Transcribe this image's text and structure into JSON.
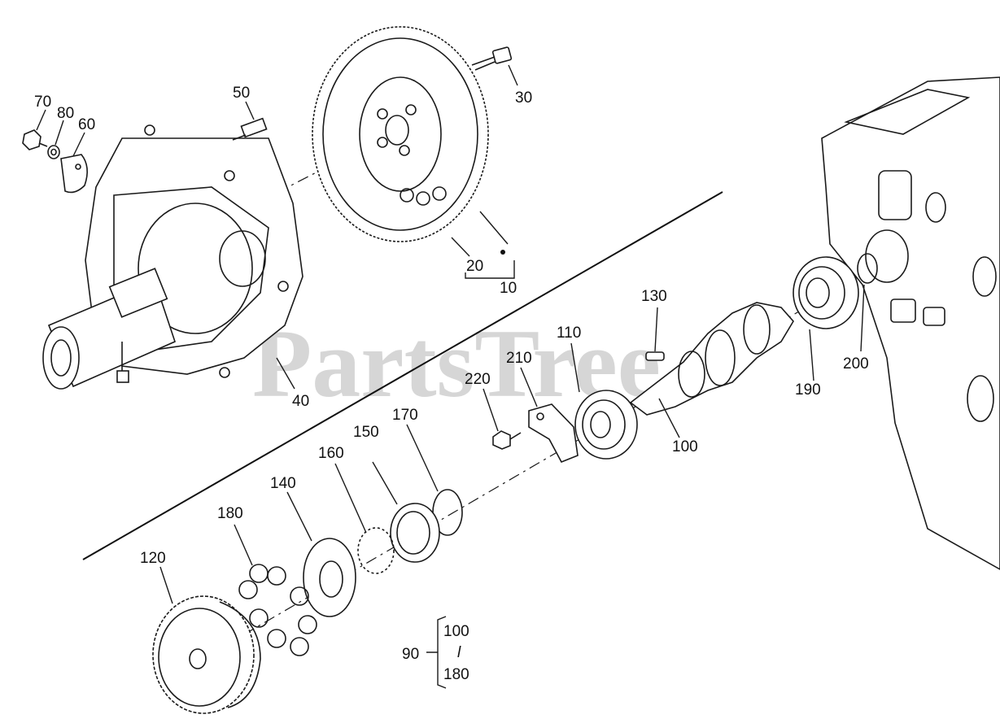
{
  "watermark": "PartsTree",
  "callouts": {
    "c10": "10",
    "c20": "20",
    "c30": "30",
    "c40": "40",
    "c50": "50",
    "c60": "60",
    "c70": "70",
    "c80": "80",
    "c90": "90",
    "c100": "100",
    "c110": "110",
    "c120": "120",
    "c130": "130",
    "c140": "140",
    "c150": "150",
    "c160": "160",
    "c170": "170",
    "c180": "180",
    "c190": "190",
    "c200": "200",
    "c210": "210",
    "c220": "220"
  },
  "range_note": {
    "label": "90",
    "from": "100",
    "tilde": "l",
    "to": "180"
  }
}
